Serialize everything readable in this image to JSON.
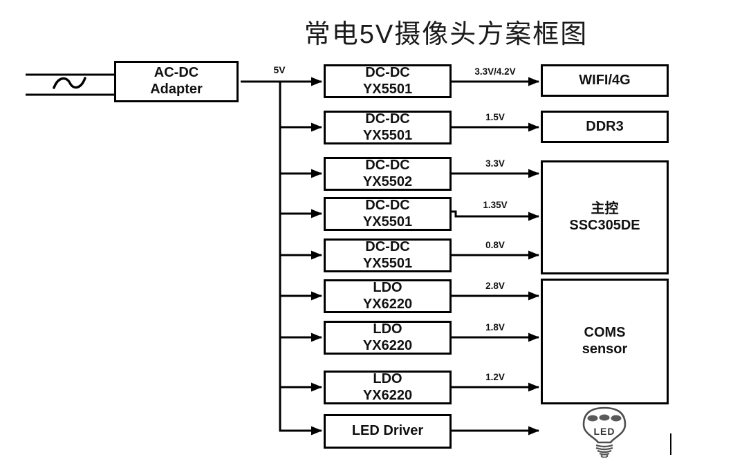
{
  "title": "常电5V摄像头方案框图",
  "colors": {
    "line": "#000000",
    "box_border": "#000000",
    "background": "#ffffff",
    "bulb_outline": "#4d4d4d"
  },
  "icons": {
    "ac_sine": "~",
    "led_bulb": "light-bulb"
  },
  "power_input": {
    "adapter_line1": "AC-DC",
    "adapter_line2": "Adapter",
    "bus_voltage": "5V"
  },
  "regulators": [
    {
      "type": "DC-DC",
      "part": "YX5501",
      "output": "3.3V/4.2V"
    },
    {
      "type": "DC-DC",
      "part": "YX5501",
      "output": "1.5V"
    },
    {
      "type": "DC-DC",
      "part": "YX5502",
      "output": "3.3V"
    },
    {
      "type": "DC-DC",
      "part": "YX5501",
      "output": "1.35V"
    },
    {
      "type": "DC-DC",
      "part": "YX5501",
      "output": "0.8V"
    },
    {
      "type": "LDO",
      "part": "YX6220",
      "output": "2.8V"
    },
    {
      "type": "LDO",
      "part": "YX6220",
      "output": "1.8V"
    },
    {
      "type": "LDO",
      "part": "YX6220",
      "output": "1.2V"
    },
    {
      "type": "LED Driver",
      "part": "",
      "output": ""
    }
  ],
  "loads": {
    "wifi": "WIFI/4G",
    "memory": "DDR3",
    "soc_line1": "主控",
    "soc_line2": "SSC305DE",
    "sensor_line1": "COMS",
    "sensor_line2": "sensor",
    "led_label": "LED"
  }
}
